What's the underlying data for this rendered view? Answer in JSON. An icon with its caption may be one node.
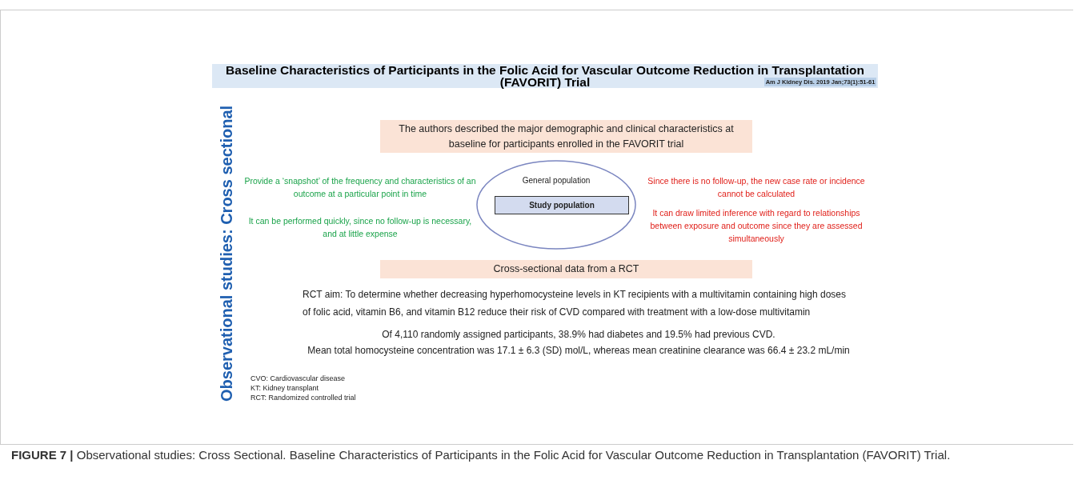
{
  "diagram": {
    "title": "Baseline Characteristics of Participants in the Folic Acid for Vascular Outcome Reduction in Transplantation (FAVORIT) Trial",
    "caption": "**FIGURE 7 |** Observational studies: Cross Sectional. Baseline Characteristics of Participants in the Folic Acid for Vascular Outcome Reduction in Transplantation (FAVORIT) Trial.",
    "nodes": [
      {
        "text": [
          "The authors described the major demographic and clinical characteristics at baseline for participants enrolled in the FAVORIT trial"
        ]
      },
      {
        "text": [
          "General population"
        ]
      },
      {
        "text": [
          "Study population"
        ],
        "in": 1
      },
      {
        "text": [
          "Cross-sectional data from a RCT"
        ]
      }
    ],
    "edges": [],
    "labels": [
      "Am J Kidney Dis. 2019 Jan;73(1):51-61",
      "Observational studies: Cross sectional",
      "Provide a ‘snapshot’ of the frequency and characteristics of an outcome at a particular point in time",
      "Since there is no follow-up, the new case rate or incidence cannot be calculated",
      "It can be performed quickly, since no follow-up is necessary, and at little expense",
      "It can draw limited inference with regard to relationships between exposure and outcome since they are assessed simultaneously",
      "RCT aim:  To determine whether decreasing hyperhomocysteine levels in KT recipients with a multivitamin containing high doses of folic acid, vitamin B6, and vitamin B12 reduce their risk of CVD compared with treatment with a low-dose multivitamin",
      "Of 4,110 randomly assigned participants, 38.9% had diabetes and 19.5% had previous CVD.",
      "Mean total homocysteine concentration was 17.1 ± 6.3 (SD) mol/L, whereas mean creatinine clearance was 66.4 ± 23.2 mL/min",
      "CVO: Cardiovascular disease",
      "KT: Kidney transplant",
      "RCT: Randomized controlled trial"
    ]
  }
}
